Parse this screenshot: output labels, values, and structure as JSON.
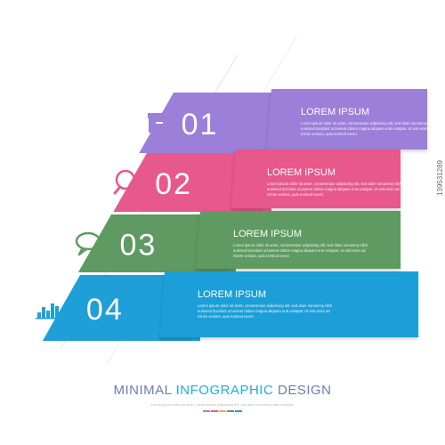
{
  "steps": [
    {
      "number": "01",
      "title": "LOREM IPSUM",
      "body1": "Lorem ipsum dolor sit amet, consectetuer adipiscing elit, sed diam nonummy nibh",
      "body2": "euismod tincidunt ut laoreet dolore magna aliquam erat volutpat. Ut wisi enim ad",
      "body3": "minim veniam, quis nostrud exerci",
      "color": "#9b7fd8",
      "dark": "#7c62b8",
      "icon": "archive-box-icon",
      "icon_color": "#9b7fd8"
    },
    {
      "number": "02",
      "title": "LOREM IPSUM",
      "body1": "Lorem ipsum dolor sit amet, consectetuer adipiscing elit, sed diam nonummy nibh",
      "body2": "euismod tincidunt ut laoreet dolore magna aliquam erat volutpat. Ut wisi enim ad",
      "body3": "minim veniam, quis nostrud exerci",
      "color": "#e7588c",
      "dark": "#c23e6f",
      "icon": "search-icon",
      "icon_color": "#e7588c"
    },
    {
      "number": "03",
      "title": "LOREM IPSUM",
      "body1": "Lorem ipsum dolor sit amet, consectetuer adipiscing elit, sed diam nonummy nibh",
      "body2": "euismod tincidunt ut laoreet dolore magna aliquam erat volutpat. Ut wisi enim ad",
      "body3": "minim veniam, quis nostrud exerci",
      "color": "#5e9a62",
      "dark": "#457a49",
      "icon": "speech-bubble-icon",
      "icon_color": "#5e9a62"
    },
    {
      "number": "04",
      "title": "LOREM IPSUM",
      "body1": "Lorem ipsum dolor sit amet, consectetuer adipiscing elit, sed diam nonummy nibh",
      "body2": "euismod tincidunt ut laoreet dolore magna aliquam erat volutpat. Ut wisi enim ad",
      "body3": "minim veniam, quis nostrud exerci",
      "color": "#1f9fd8",
      "dark": "#147fb3",
      "icon": "bar-chart-icon",
      "icon_color": "#1f9fd8"
    }
  ],
  "heading": {
    "w1": "MINIMAL",
    "w2": "INFOGRAPHIC",
    "w3": "DESIGN"
  },
  "subheading": "Lorem ipsum dolor sit amet, consectetuer adipiscing elit, sed diam nonummy nibh euismod",
  "accent_dots": [
    "#9b7fd8",
    "#e7588c",
    "#f2b233",
    "#5e9a62",
    "#1f9fd8"
  ],
  "side_text": "139531289"
}
